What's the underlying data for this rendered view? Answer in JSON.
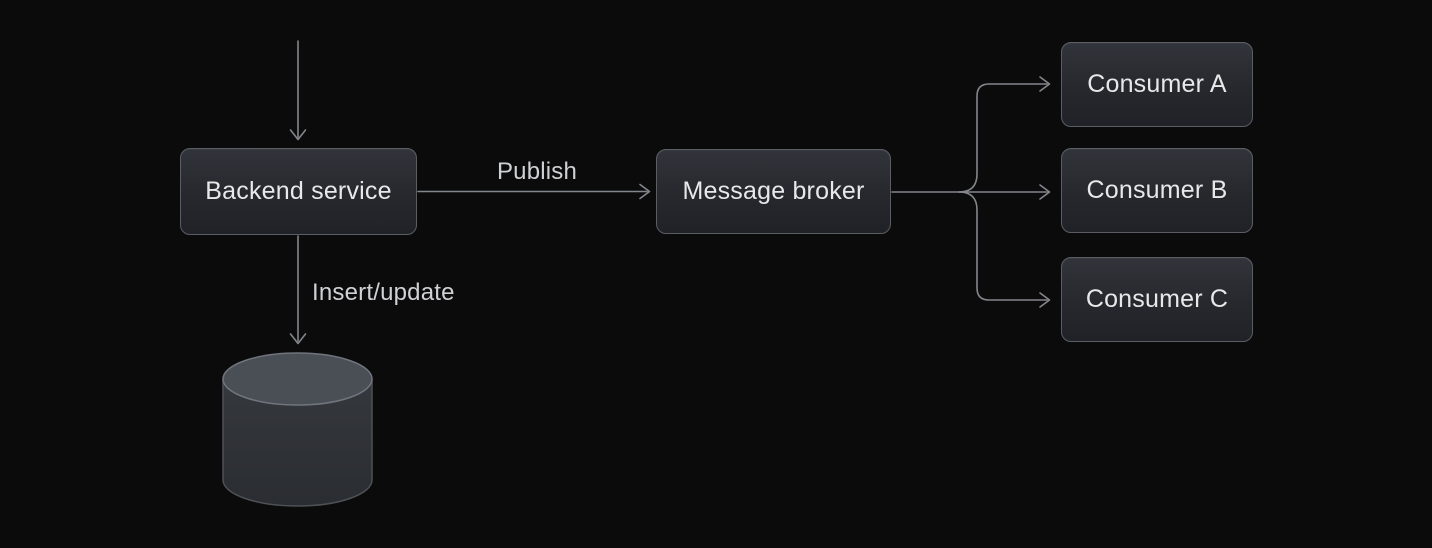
{
  "diagram": {
    "type": "flow-diagram",
    "nodes": {
      "backend": {
        "label": "Backend service",
        "shape": "rounded-rect"
      },
      "broker": {
        "label": "Message broker",
        "shape": "rounded-rect"
      },
      "consumer_a": {
        "label": "Consumer A",
        "shape": "rounded-rect"
      },
      "consumer_b": {
        "label": "Consumer B",
        "shape": "rounded-rect"
      },
      "consumer_c": {
        "label": "Consumer C",
        "shape": "rounded-rect"
      },
      "database": {
        "label": "",
        "shape": "cylinder"
      }
    },
    "edge_labels": {
      "publish": "Publish",
      "insert_update": "Insert/update"
    },
    "edges": [
      {
        "from": "external-top",
        "to": "backend",
        "label": ""
      },
      {
        "from": "backend",
        "to": "broker",
        "label": "Publish"
      },
      {
        "from": "backend",
        "to": "database",
        "label": "Insert/update"
      },
      {
        "from": "broker",
        "to": "consumer_a",
        "label": ""
      },
      {
        "from": "broker",
        "to": "consumer_b",
        "label": ""
      },
      {
        "from": "broker",
        "to": "consumer_c",
        "label": ""
      }
    ],
    "colors": {
      "background": "#0b0b0c",
      "node_fill_top": "#31343a",
      "node_fill_bottom": "#202227",
      "node_border": "#5a5e64",
      "node_text": "#e7e8ea",
      "edge_line": "#83868b",
      "edge_label_text": "#cfd1d4",
      "cylinder_top_fill": "#4a4e55",
      "cylinder_top_stroke": "#70747c",
      "cylinder_body_fill": "#2e3136",
      "cylinder_body_stroke": "#4e5156"
    }
  }
}
